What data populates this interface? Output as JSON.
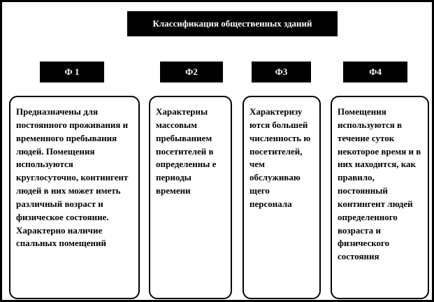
{
  "title": "Классификация общественных зданий",
  "categories": [
    {
      "label": "Ф 1",
      "description": "Предназначены для постоянного проживания и временного пребывания людей. Помещения используются круглосуточно, контингент людей в них может иметь различный возраст и физическое  состояние. Характерно наличие спальных помещений"
    },
    {
      "label": "Ф2",
      "description": "Характерны массовым пребыванием посетителей в определенны е  периоды времени"
    },
    {
      "label": "Ф3",
      "description": "Характеризу ются большей численность ю посетителей, чем обслуживаю щего персонала"
    },
    {
      "label": "Ф4",
      "description": "Помещения используются в течение суток некоторое время и в них находится, как правило, постоянный контингент людей определенного возраста и физического состояния"
    }
  ],
  "colors": {
    "header_bg": "#000000",
    "header_text": "#ffffff",
    "border": "#000000",
    "page_bg": "#ffffff"
  }
}
